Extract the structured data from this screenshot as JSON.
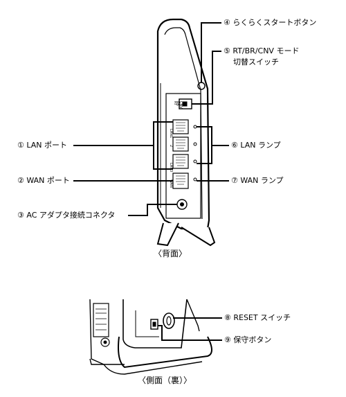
{
  "labels": {
    "l1": "① LAN ポート",
    "l2": "② WAN ポート",
    "l3": "③ AC アダプタ接続コネクタ",
    "l4": "④ らくらくスタートボタン",
    "l5a": "⑤ RT/BR/CNV モード",
    "l5b": "切替スイッチ",
    "l6": "⑥ LAN ランプ",
    "l7": "⑦ WAN ランプ",
    "l8": "⑧ RESET スイッチ",
    "l9": "⑨ 保守ボタン"
  },
  "captions": {
    "back": "〈背面〉",
    "side": "〈側面（裏）〉"
  },
  "device_print": {
    "port1": "LAN1",
    "port2": "2",
    "port3": "LAN3",
    "wan": "WAN",
    "mode_rt": "RT",
    "mode_br": "BR",
    "mode_cnv": "CNV"
  }
}
